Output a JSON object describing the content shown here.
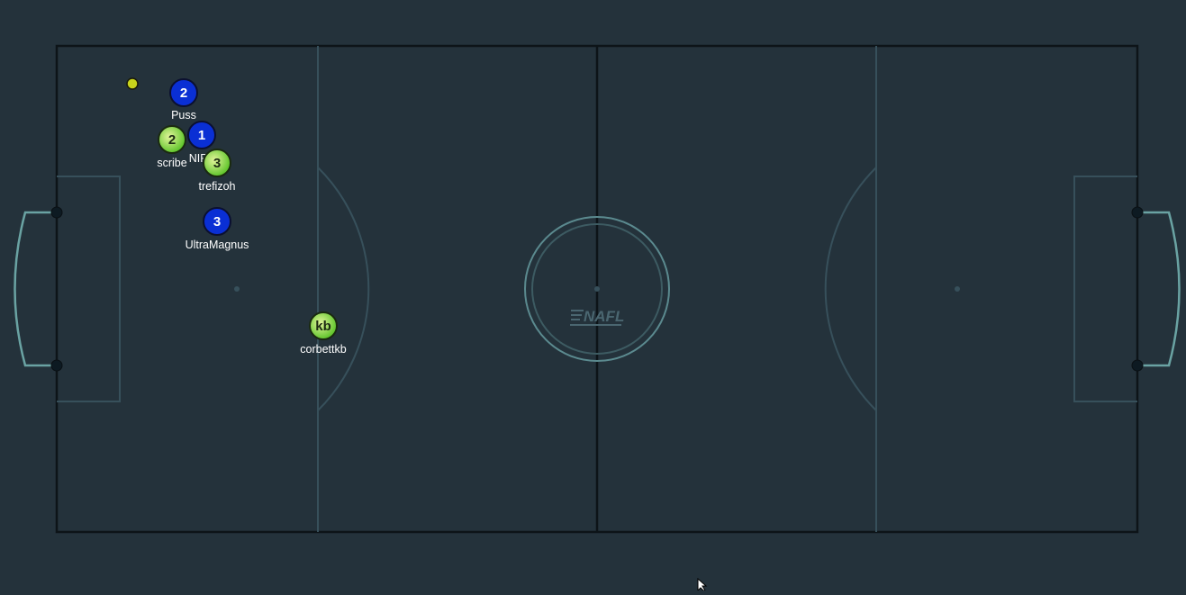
{
  "game": {
    "logo_text": "NAFL",
    "ball_color": "#c8d41c"
  },
  "teams": {
    "blue": {
      "fill": "#0a2fd4",
      "text": "#ffffff",
      "stroke": "#0b1030"
    },
    "green": {
      "fill_outer": "#5ec42a",
      "fill_inner": "#e2f59a",
      "text": "#1d2a12",
      "stroke": "#1a2a10"
    }
  },
  "players": [
    {
      "id": "puss",
      "team": "blue",
      "label": "2",
      "name": "Puss"
    },
    {
      "id": "nipf",
      "team": "blue",
      "label": "1",
      "name": "NIPF"
    },
    {
      "id": "ultramagnus",
      "team": "blue",
      "label": "3",
      "name": "UltraMagnus"
    },
    {
      "id": "scribe",
      "team": "green",
      "label": "2",
      "name": "scribe"
    },
    {
      "id": "trefizoh",
      "team": "green",
      "label": "3",
      "name": "trefizoh"
    },
    {
      "id": "corbettkb",
      "team": "green",
      "label": "kb",
      "name": "corbettkb"
    }
  ],
  "colors": {
    "background": "#24323b",
    "pitch_line": "#0d1418",
    "marking": "#37505b",
    "center_circle": "#5b8a8f",
    "goal": "#6aa3a3"
  }
}
